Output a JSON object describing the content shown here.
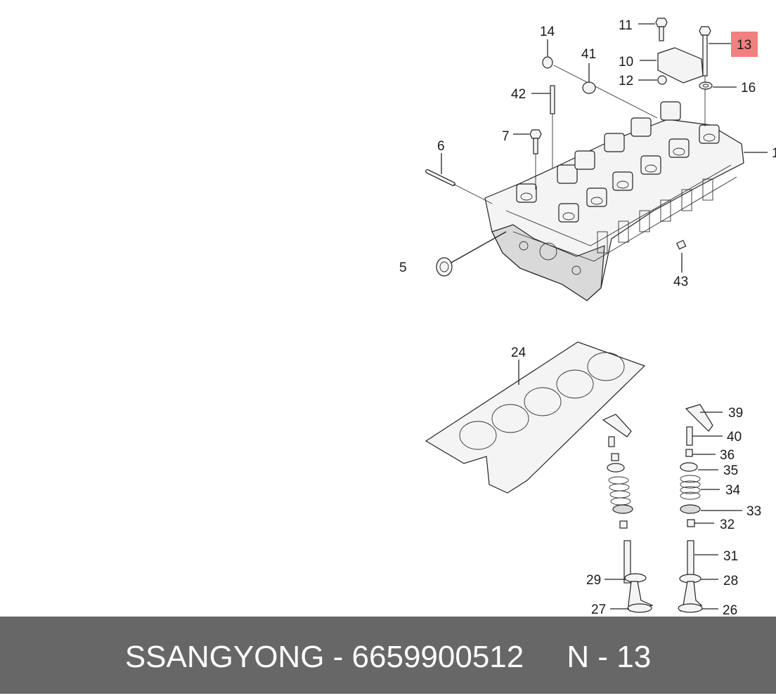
{
  "labels": {
    "l1": "1",
    "l5": "5",
    "l6": "6",
    "l7": "7",
    "l10": "10",
    "l11": "11",
    "l12": "12",
    "l13": "13",
    "l14": "14",
    "l16": "16",
    "l24": "24",
    "l26": "26",
    "l27": "27",
    "l28": "28",
    "l29": "29",
    "l31": "31",
    "l32": "32",
    "l33": "33",
    "l34": "34",
    "l35": "35",
    "l36": "36",
    "l39": "39",
    "l40": "40",
    "l41": "41",
    "l42": "42",
    "l43": "43"
  },
  "highlight": {
    "label": "13",
    "color": "#f47f7f"
  },
  "footer": {
    "text": "SSANGYONG - 6659900512     N - 13",
    "background": "#676767",
    "color": "#ffffff"
  }
}
